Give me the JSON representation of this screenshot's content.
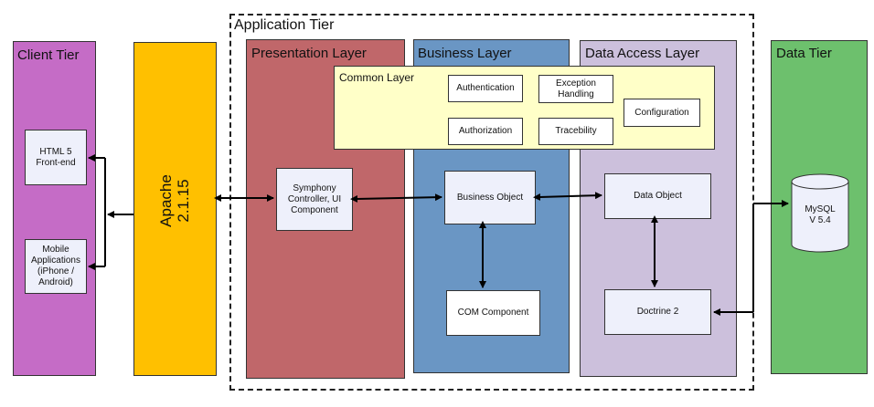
{
  "tiers": {
    "application": "Application Tier",
    "client": "Client Tier",
    "data": "Data Tier"
  },
  "layers": {
    "presentation": "Presentation Layer",
    "business": "Business Layer",
    "data_access": "Data Access Layer",
    "common": "Common Layer"
  },
  "apache": {
    "line1": "Apache",
    "line2": "2.1.15"
  },
  "nodes": {
    "html5": {
      "line1": "HTML 5",
      "line2": "Front-end"
    },
    "mobile": {
      "line1": "Mobile",
      "line2": "Applications",
      "line3": "(iPhone /",
      "line4": "Android)"
    },
    "symphony": {
      "line1": "Symphony",
      "line2": "Controller, UI",
      "line3": "Component"
    },
    "business_object": "Business Object",
    "com_component": "COM Component",
    "data_object": "Data Object",
    "doctrine": "Doctrine 2",
    "authentication": "Authentication",
    "exception": {
      "line1": "Exception",
      "line2": "Handling"
    },
    "authorization": "Authorization",
    "traceability": "Tracebility",
    "configuration": "Configuration"
  },
  "database": {
    "line1": "MySQL",
    "line2": "V 5.4"
  },
  "colors": {
    "client_tier": "#c56cc6",
    "apache": "#ffc000",
    "presentation": "#c0676a",
    "business": "#6a96c4",
    "data_access": "#ccc0dc",
    "common": "#ffffc8",
    "data_tier": "#6dc06d",
    "node": "#eef0fb"
  }
}
